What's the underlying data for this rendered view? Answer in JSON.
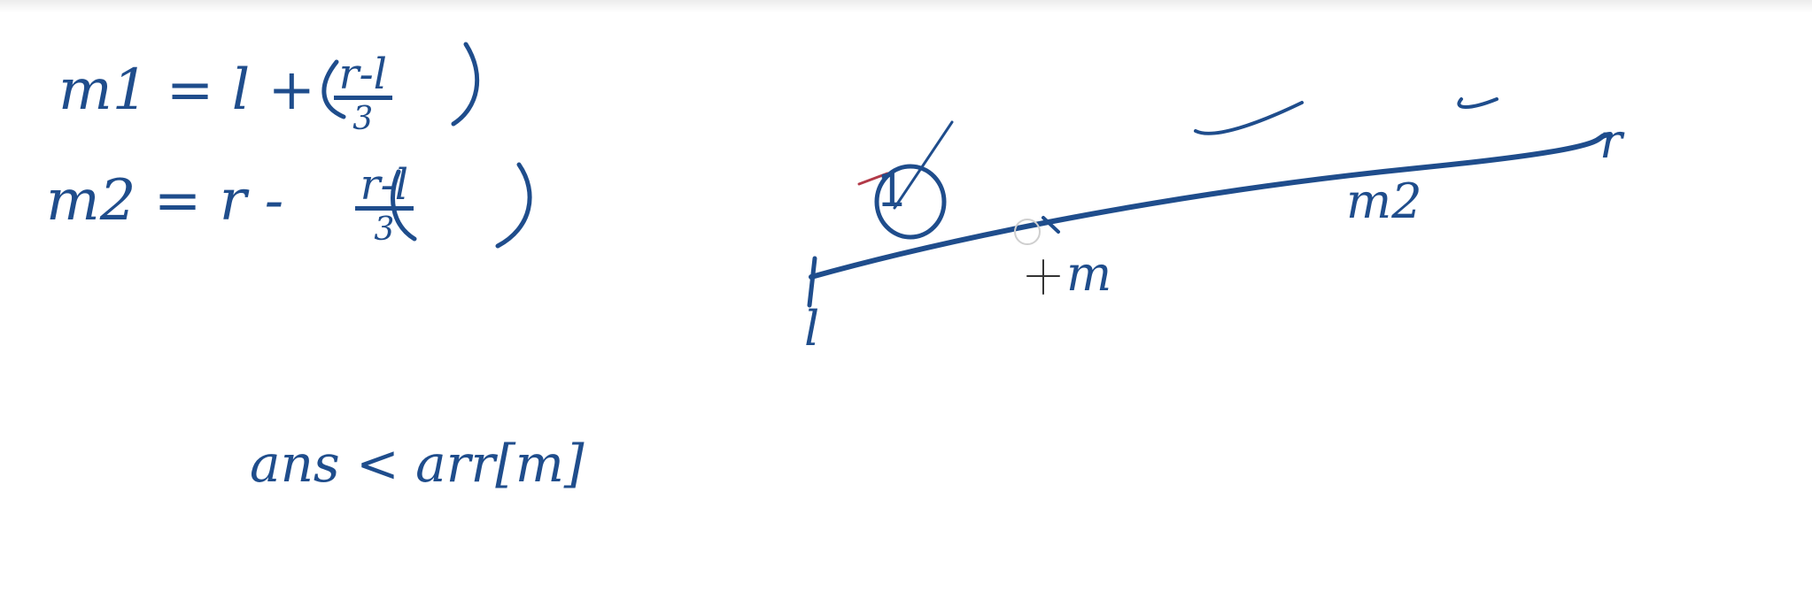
{
  "colors": {
    "ink": "#1f4d8c",
    "background": "#ffffff"
  },
  "equations": {
    "m1": {
      "lhs": "m1 =",
      "op": "l +",
      "num": "r-l",
      "den": "3"
    },
    "m2": {
      "lhs": "m2 =",
      "op": "r -",
      "num": "r-l",
      "den": "3"
    }
  },
  "comparison": {
    "text": "ans < arr[m]"
  },
  "number_line": {
    "labels": {
      "l": "l",
      "m": "m",
      "m2": "m2",
      "r": "r"
    },
    "circled_mark": "1"
  },
  "cursor": {
    "icon": "crosshair-cursor-icon"
  }
}
